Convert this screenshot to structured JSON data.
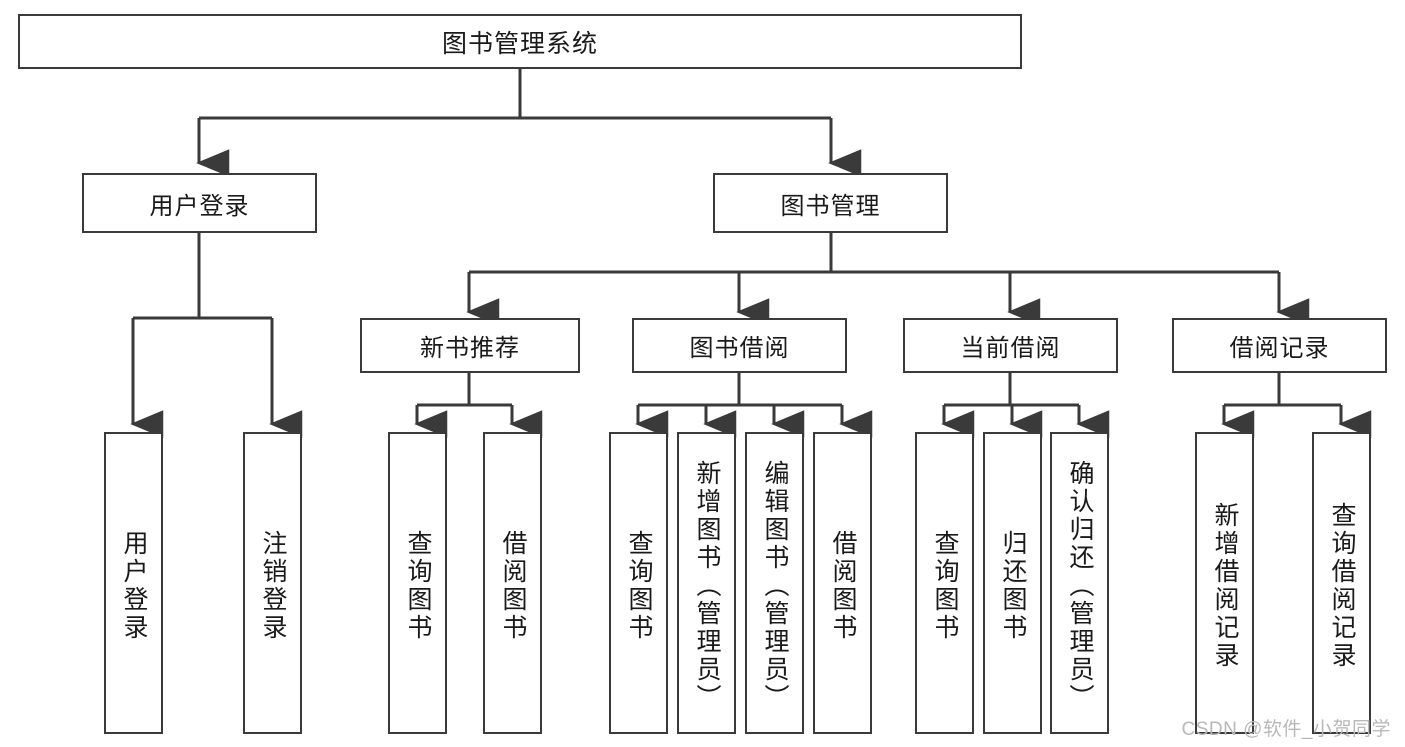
{
  "diagram": {
    "title_box": {
      "label": "图书管理系统"
    },
    "level1": [
      {
        "id": "user-login",
        "label": "用户登录"
      },
      {
        "id": "book-management",
        "label": "图书管理"
      }
    ],
    "level2": [
      {
        "id": "new-book-recommend",
        "label": "新书推荐"
      },
      {
        "id": "book-borrow",
        "label": "图书借阅"
      },
      {
        "id": "current-borrow",
        "label": "当前借阅"
      },
      {
        "id": "borrow-record",
        "label": "借阅记录"
      }
    ],
    "leaves": {
      "user_login": [
        {
          "id": "leaf-user-login",
          "label": "用户登录"
        },
        {
          "id": "leaf-logout",
          "label": "注销登录"
        }
      ],
      "new_book_recommend": [
        {
          "id": "leaf-query-book-1",
          "label": "查询图书"
        },
        {
          "id": "leaf-borrow-book-1",
          "label": "借阅图书"
        }
      ],
      "book_borrow": [
        {
          "id": "leaf-query-book-2",
          "label": "查询图书"
        },
        {
          "id": "leaf-add-book",
          "label": "新增图书（管理员）"
        },
        {
          "id": "leaf-edit-book",
          "label": "编辑图书（管理员）"
        },
        {
          "id": "leaf-borrow-book-2",
          "label": "借阅图书"
        }
      ],
      "current_borrow": [
        {
          "id": "leaf-query-book-3",
          "label": "查询图书"
        },
        {
          "id": "leaf-return-book",
          "label": "归还图书"
        },
        {
          "id": "leaf-confirm-return",
          "label": "确认归还（管理员）"
        }
      ],
      "borrow_record": [
        {
          "id": "leaf-add-record",
          "label": "新增借阅记录"
        },
        {
          "id": "leaf-query-record",
          "label": "查询借阅记录"
        }
      ]
    }
  },
  "watermark": {
    "text": "CSDN @软件_小贺同学"
  },
  "colors": {
    "stroke": "#3a3a3a",
    "box_fill": "#ffffff",
    "text": "#1a1a1a",
    "watermark": "#b8b8b8"
  }
}
